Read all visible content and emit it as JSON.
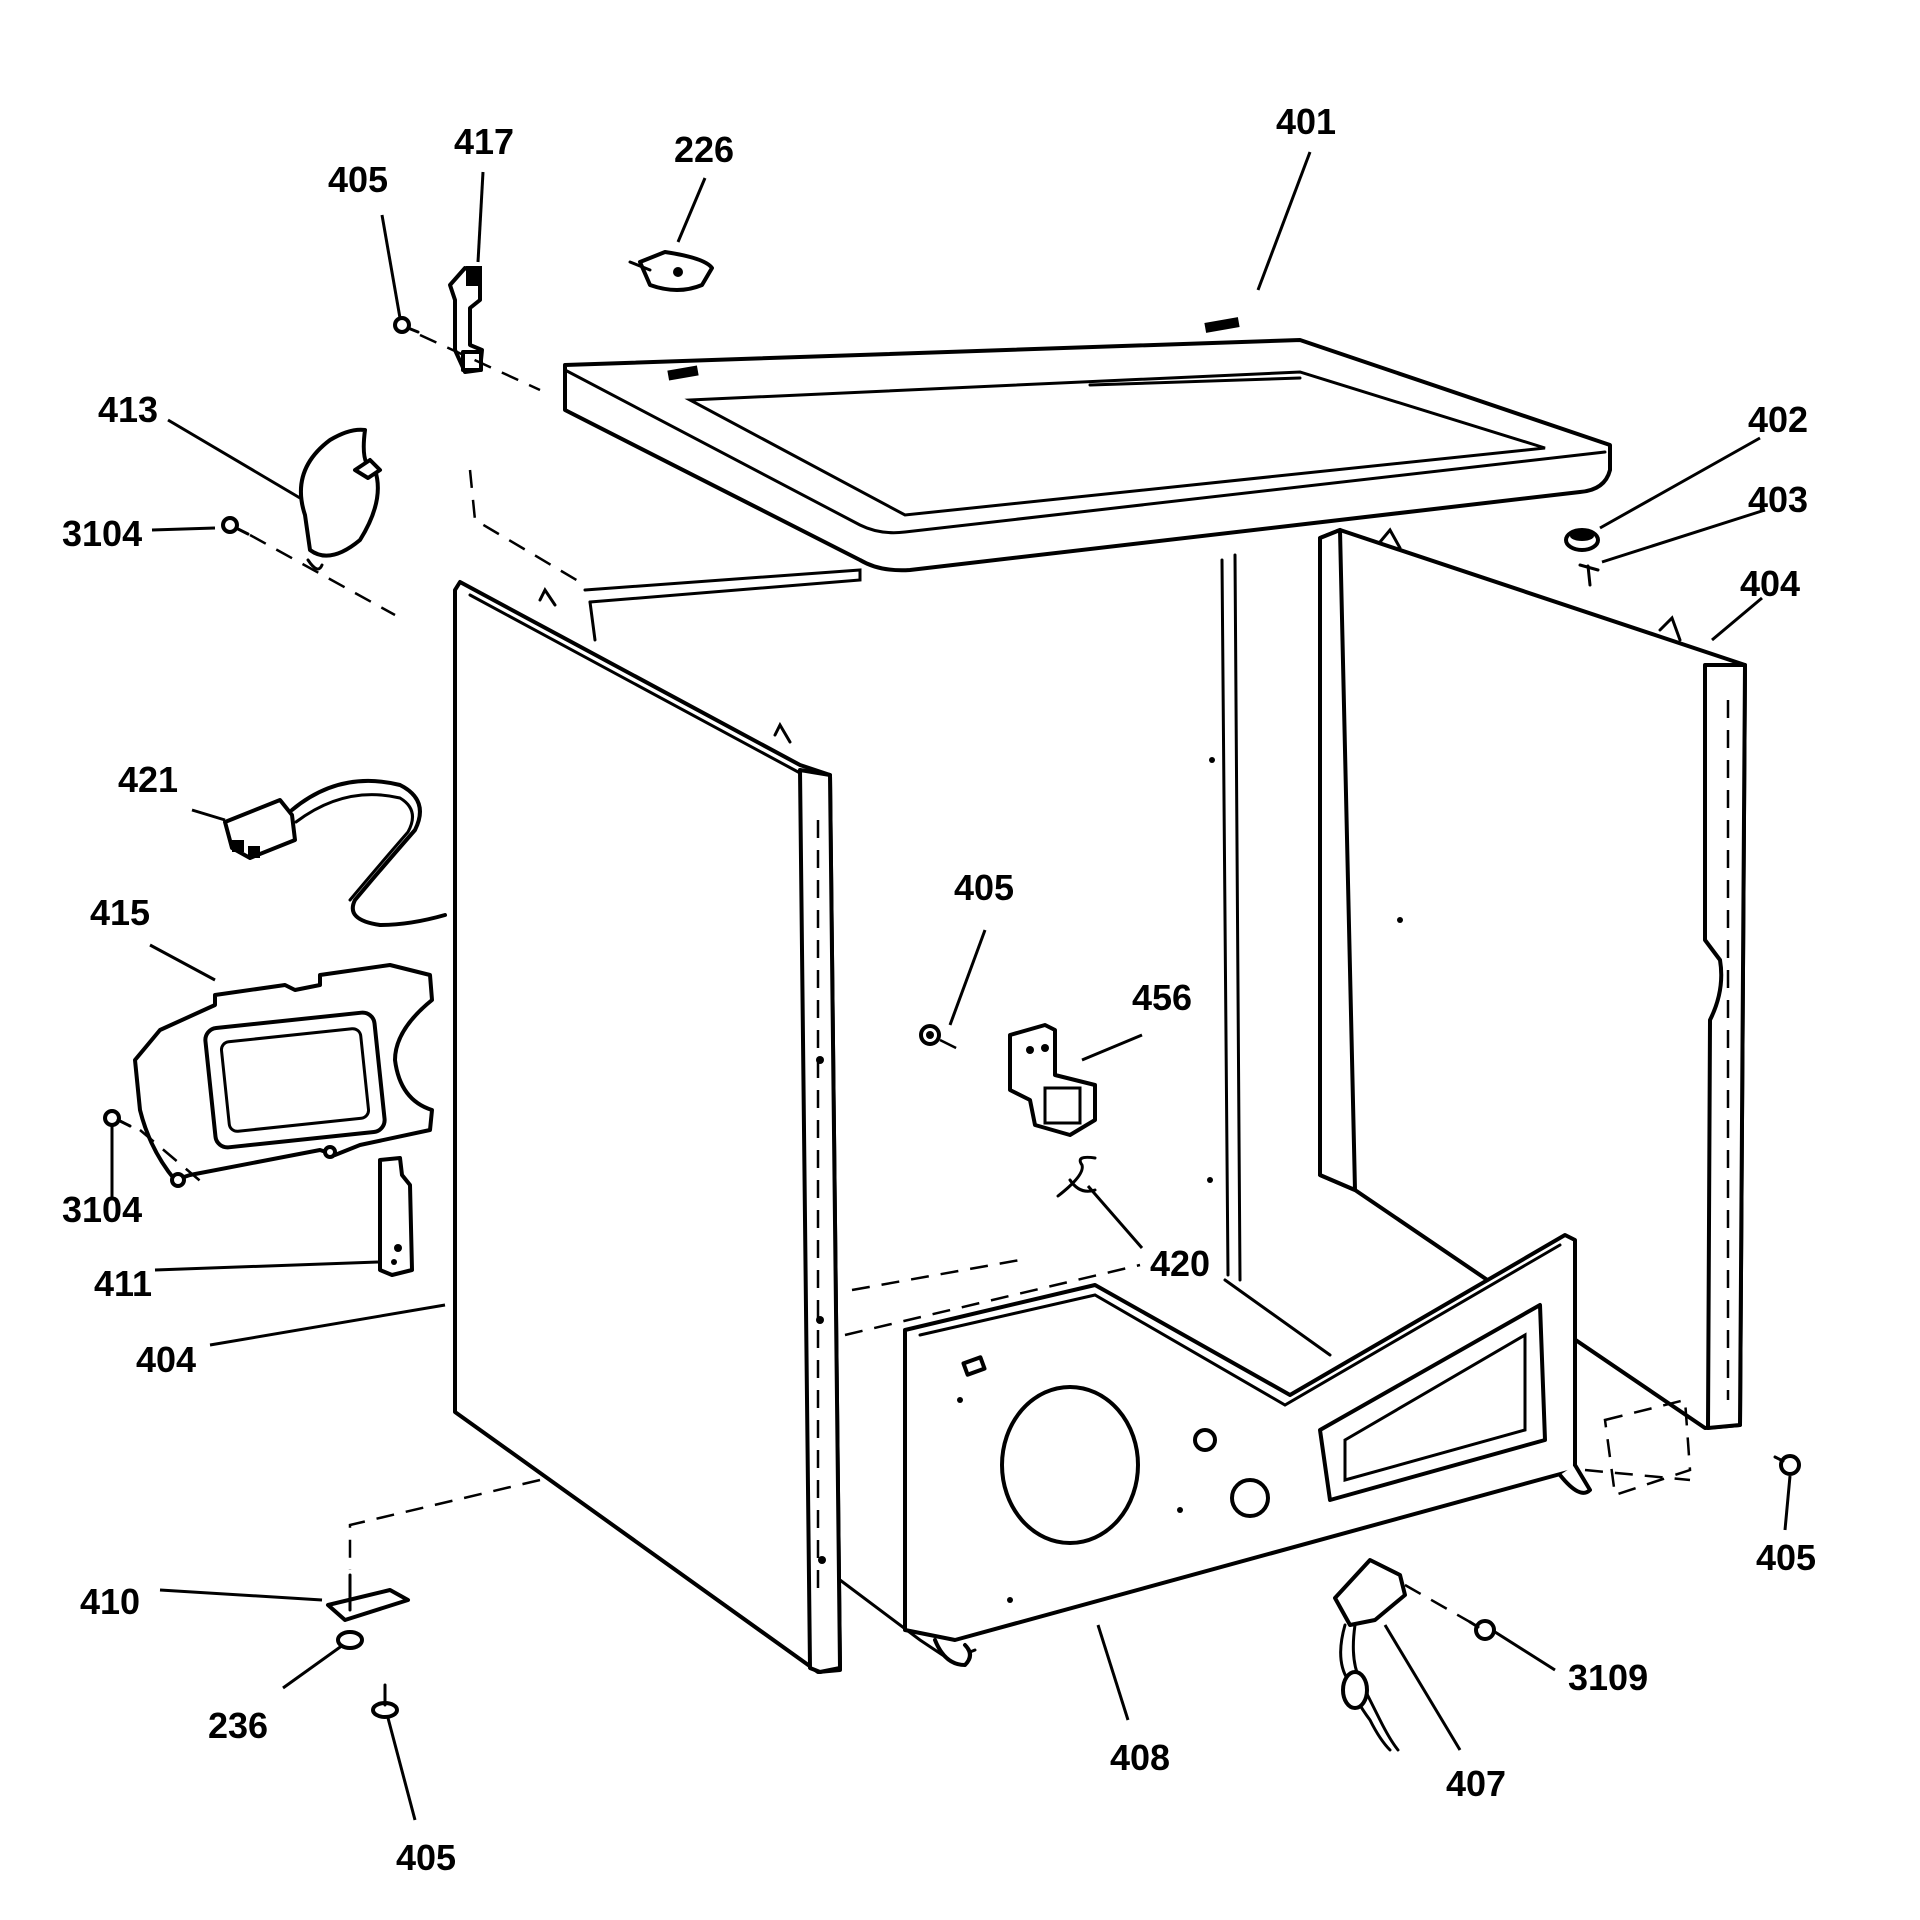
{
  "labels": {
    "l401": "401",
    "l226": "226",
    "l417": "417",
    "l405a": "405",
    "l413": "413",
    "l3104a": "3104",
    "l402": "402",
    "l403": "403",
    "l404a": "404",
    "l421": "421",
    "l415": "415",
    "l405b": "405",
    "l456": "456",
    "l3104b": "3104",
    "l420": "420",
    "l411": "411",
    "l404b": "404",
    "l410": "410",
    "l236": "236",
    "l405c": "405",
    "l408": "408",
    "l407": "407",
    "l3109": "3109",
    "l405d": "405"
  }
}
